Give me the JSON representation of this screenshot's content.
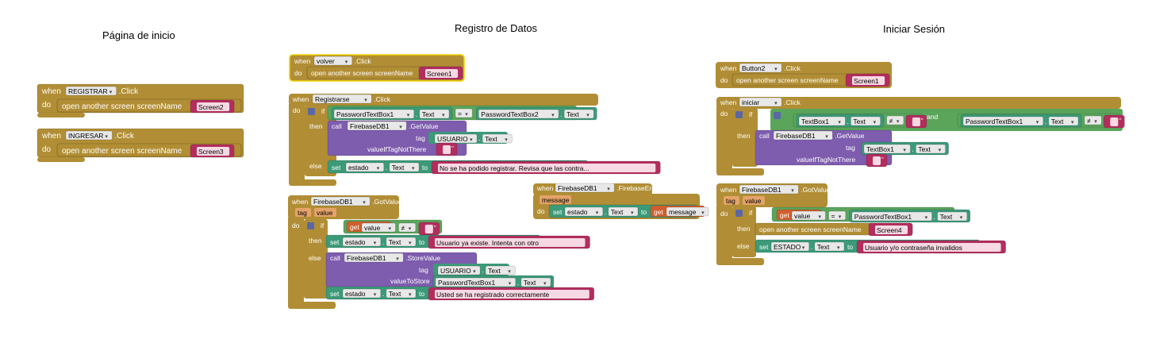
{
  "titles": {
    "home": "Página de inicio",
    "register": "Registro de Datos",
    "login": "Iniciar Sesión"
  },
  "colors": {
    "event": "#b18e35",
    "event_dark": "#8a6c24",
    "component": "#3c9a78",
    "logic": "#5ba55b",
    "procedure": "#7e5cae",
    "text": "#b32d5e",
    "local": "#d05f2d",
    "control": "#5b67a5"
  },
  "k": {
    "when": "when",
    "do": "do",
    "if": "if",
    "then": "then",
    "else": "else",
    "call": "call",
    "set": "set",
    "to": "to",
    "get": "get",
    "tag": "tag",
    "valueIfTagNotThere": "valueIfTagNotThere",
    "valueToStore": "valueToStore",
    "open": "open another screen  screenName",
    "click": ".Click",
    "gotvalue": ".GotValue",
    "getvalue": ".GetValue",
    "storevalue": ".StoreValue",
    "firebaseerror": ".FirebaseError",
    "text_prop": "Text",
    "value": "value",
    "message": "message",
    "and": "and",
    "eq": "=",
    "neq": "≠",
    "empty_text": " "
  },
  "c": {
    "registrar": "REGISTRAR",
    "ingresar": "INGRESAR",
    "screen2": "Screen2",
    "screen3": "Screen3",
    "volver": "volver",
    "screen1": "Screen1",
    "registrarse": "Registrarse",
    "pw1": "PasswordTextBox1",
    "pw2": "PasswordTextBox2",
    "fb": "FirebaseDB1",
    "usuario": "USUARIO",
    "estado": "estado",
    "estado_up": "ESTADO",
    "button2": "Button2",
    "iniciar": "iniciar",
    "tb1": "TextBox1",
    "screen4": "Screen4"
  },
  "s": {
    "no_registrar": "No se ha podido registrar. Revisa que las contra...",
    "ya_existe": "Usuario ya existe. Intenta con otro",
    "registrado": "Usted se ha registrado correctamente",
    "invalidos": "Usuario y/o contraseña invalidos"
  }
}
